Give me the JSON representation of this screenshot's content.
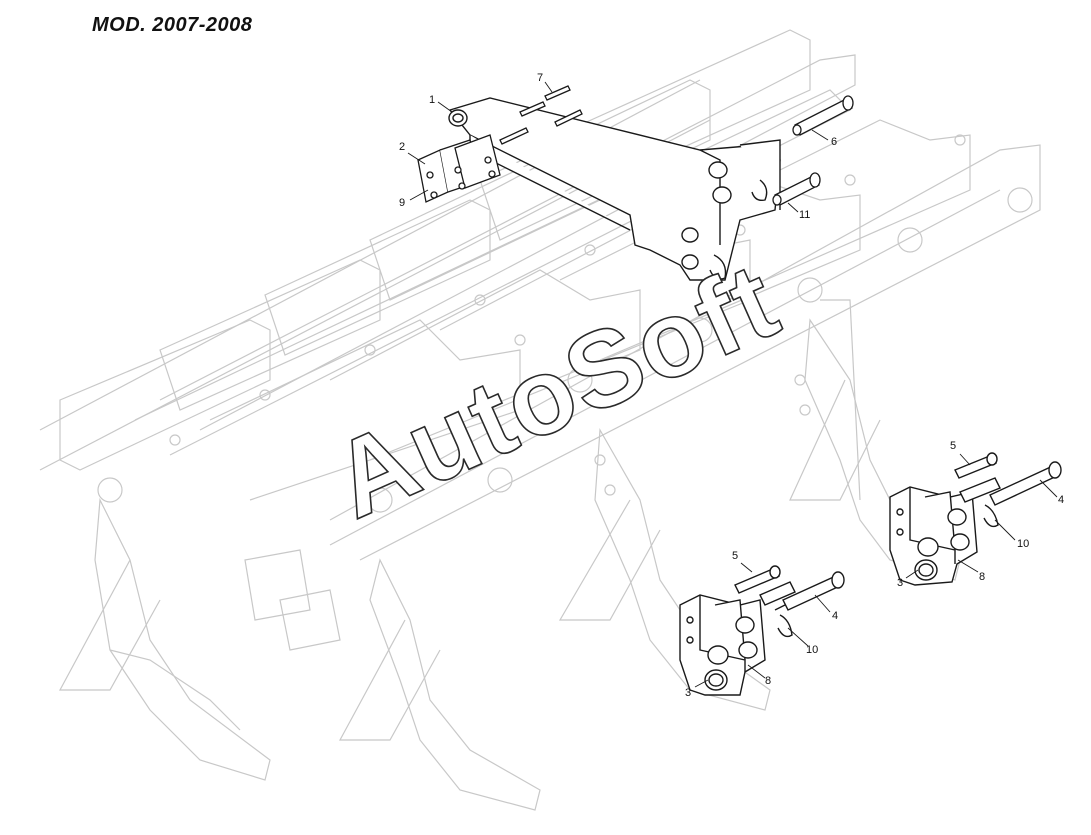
{
  "title": "MOD. 2007-2008",
  "watermark": "AutoSoft",
  "callouts": [
    {
      "id": "c1",
      "label": "1"
    },
    {
      "id": "c2",
      "label": "2"
    },
    {
      "id": "c9",
      "label": "9"
    },
    {
      "id": "c7",
      "label": "7"
    },
    {
      "id": "c6",
      "label": "6"
    },
    {
      "id": "c11",
      "label": "11"
    },
    {
      "id": "c5a",
      "label": "5"
    },
    {
      "id": "c4a",
      "label": "4"
    },
    {
      "id": "c10a",
      "label": "10"
    },
    {
      "id": "c3a",
      "label": "3"
    },
    {
      "id": "c8a",
      "label": "8"
    },
    {
      "id": "c5b",
      "label": "5"
    },
    {
      "id": "c4b",
      "label": "4"
    },
    {
      "id": "c10b",
      "label": "10"
    },
    {
      "id": "c3b",
      "label": "3"
    },
    {
      "id": "c8b",
      "label": "8"
    }
  ],
  "colors": {
    "line": "#1a1a1a",
    "faint": "#c8c8c8",
    "watermark": "#ffffff"
  }
}
